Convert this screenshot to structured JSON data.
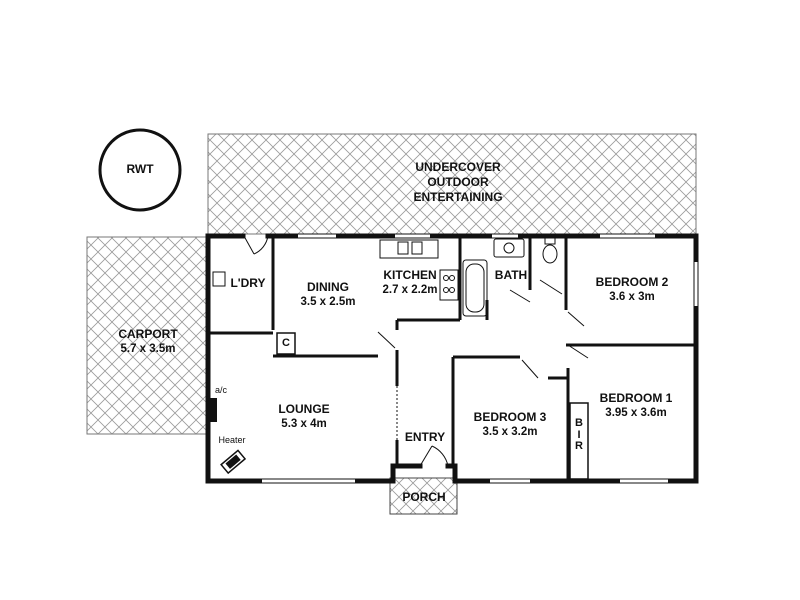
{
  "tank": {
    "label": "RWT"
  },
  "outdoor": {
    "line1": "UNDERCOVER",
    "line2": "OUTDOOR",
    "line3": "ENTERTAINING"
  },
  "carport": {
    "name": "CARPORT",
    "size": "5.7 x 3.5m"
  },
  "laundry": {
    "name": "L'DRY"
  },
  "dining": {
    "name": "DINING",
    "size": "3.5 x 2.5m"
  },
  "kitchen": {
    "name": "KITCHEN",
    "size": "2.7 x 2.2m"
  },
  "bath": {
    "name": "BATH"
  },
  "bedroom2": {
    "name": "BEDROOM 2",
    "size": "3.6 x 3m"
  },
  "cupboard": {
    "name": "C"
  },
  "aircon": {
    "name": "a/c"
  },
  "lounge": {
    "name": "LOUNGE",
    "size": "5.3 x 4m"
  },
  "heater": {
    "name": "Heater"
  },
  "entry": {
    "name": "ENTRY"
  },
  "bedroom3": {
    "name": "BEDROOM 3",
    "size": "3.5 x 3.2m"
  },
  "bedroom1": {
    "name": "BEDROOM 1",
    "size": "3.95 x 3.6m"
  },
  "bir": {
    "l1": "B",
    "l2": "I",
    "l3": "R"
  },
  "porch": {
    "name": "PORCH"
  }
}
